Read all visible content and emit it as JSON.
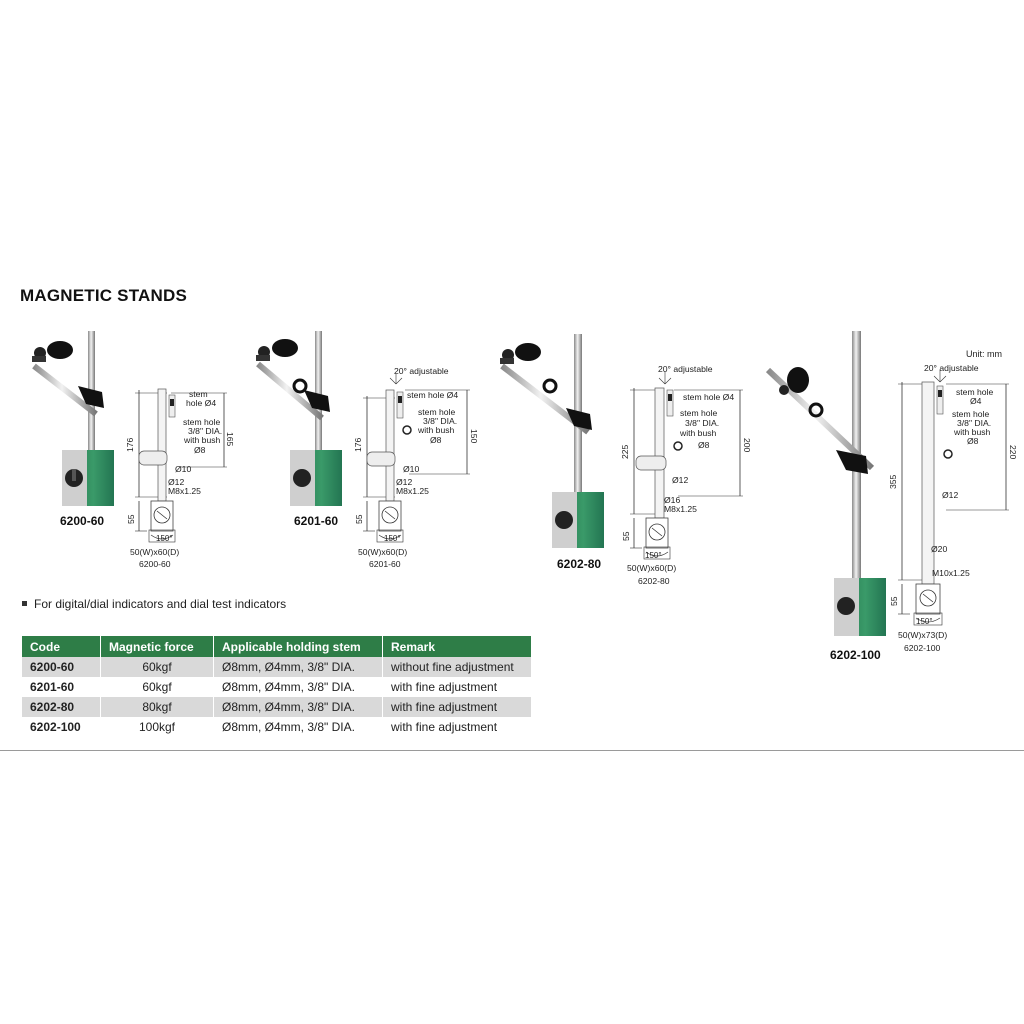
{
  "page": {
    "title": "MAGNETIC STANDS",
    "unit": "Unit: mm",
    "bullet": "For digital/dial indicators and dial test indicators"
  },
  "products": [
    {
      "model": "6200-60",
      "drawing": {
        "total_height": "176",
        "arm_height": "165",
        "base_height": "55",
        "stem_hole": "stem\nhole Ø4",
        "stem_hole_label_a": "stem",
        "stem_hole_label_b": "hole Ø4",
        "bush_a": "stem hole",
        "bush_b": "3/8\" DIA.",
        "bush_c": "with bush",
        "bush_d": "Ø8",
        "rod_a": "Ø10",
        "rod_b": "Ø12",
        "thread": "M8x1.25",
        "angle": "150°",
        "base_size": "50(W)x60(D)",
        "caption": "6200-60"
      }
    },
    {
      "model": "6201-60",
      "drawing": {
        "adjust": "20° adjustable",
        "total_height": "176",
        "arm_height": "150",
        "base_height": "55",
        "stem_hole": "stem hole Ø4",
        "bush_a": "stem hole",
        "bush_b": "3/8\" DIA.",
        "bush_c": "with bush",
        "bush_d": "Ø8",
        "rod_a": "Ø10",
        "rod_b": "Ø12",
        "thread": "M8x1.25",
        "angle": "150°",
        "base_size": "50(W)x60(D)",
        "caption": "6201-60"
      }
    },
    {
      "model": "6202-80",
      "drawing": {
        "adjust": "20° adjustable",
        "total_height": "225",
        "arm_height": "200",
        "base_height": "55",
        "stem_hole": "stem hole Ø4",
        "bush_a": "stem hole",
        "bush_b": "3/8\" DIA.",
        "bush_c": "with bush",
        "bush_d": "Ø8",
        "rod_a": "Ø12",
        "rod_b": "Ø16",
        "thread": "M8x1.25",
        "angle": "150°",
        "base_size": "50(W)x60(D)",
        "caption": "6202-80"
      }
    },
    {
      "model": "6202-100",
      "drawing": {
        "adjust": "20° adjustable",
        "total_height": "355",
        "arm_height": "220",
        "base_height": "55",
        "stem_hole_label_a": "stem hole",
        "stem_hole_label_b": "Ø4",
        "bush_a": "stem hole",
        "bush_b": "3/8\" DIA.",
        "bush_c": "with bush",
        "bush_d": "Ø8",
        "rod_a": "Ø12",
        "rod_b": "Ø20",
        "thread": "M10x1.25",
        "angle": "150°",
        "base_size": "50(W)x73(D)",
        "caption": "6202-100"
      }
    }
  ],
  "table": {
    "headers": [
      "Code",
      "Magnetic force",
      "Applicable holding stem",
      "Remark"
    ],
    "rows": [
      {
        "code": "6200-60",
        "force": "60kgf",
        "stem": "Ø8mm, Ø4mm, 3/8\" DIA.",
        "remark": "without fine adjustment"
      },
      {
        "code": "6201-60",
        "force": "60kgf",
        "stem": "Ø8mm, Ø4mm, 3/8\" DIA.",
        "remark": "with fine adjustment"
      },
      {
        "code": "6202-80",
        "force": "80kgf",
        "stem": "Ø8mm, Ø4mm, 3/8\" DIA.",
        "remark": "with fine adjustment"
      },
      {
        "code": "6202-100",
        "force": "100kgf",
        "stem": "Ø8mm, Ø4mm, 3/8\" DIA.",
        "remark": "with fine adjustment"
      }
    ]
  },
  "colors": {
    "header_green": "#2e7d47",
    "base_green": "#2f8a5c",
    "row_gray": "#d9d9d9"
  }
}
